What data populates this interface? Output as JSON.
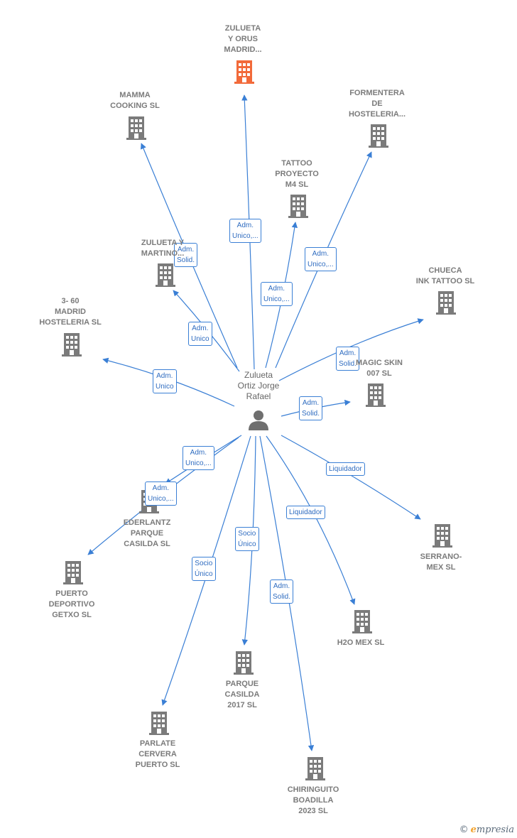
{
  "colors": {
    "edge": "#3a7fd5",
    "node": "#7b7b7b",
    "highlight": "#f26a3a"
  },
  "center": {
    "lines": [
      "Zulueta",
      "Ortiz Jorge",
      "Rafael"
    ],
    "icon": "person-icon"
  },
  "nodes": [
    {
      "id": "zulueta-orus",
      "lines": [
        "ZULUETA",
        "Y ORUS",
        "MADRID..."
      ],
      "highlight": true
    },
    {
      "id": "mamma-cooking",
      "lines": [
        "MAMMA",
        "COOKING  SL"
      ]
    },
    {
      "id": "formentera",
      "lines": [
        "FORMENTERA",
        "DE",
        "HOSTELERIA..."
      ]
    },
    {
      "id": "tattoo-proyecto",
      "lines": [
        "TATTOO",
        "PROYECTO",
        "M4  SL"
      ]
    },
    {
      "id": "zulueta-martino",
      "lines": [
        "ZULUETA Y",
        "MARTINO..."
      ]
    },
    {
      "id": "chueca-ink",
      "lines": [
        "CHUECA",
        "INK TATTOO SL"
      ]
    },
    {
      "id": "3-60-madrid",
      "lines": [
        "3- 60",
        "MADRID",
        "HOSTELERIA SL"
      ]
    },
    {
      "id": "magic-skin",
      "lines": [
        "MAGIC SKIN",
        "007 SL"
      ]
    },
    {
      "id": "ederlantz",
      "lines": [
        "EDERLANTZ",
        "PARQUE",
        "CASILDA  SL"
      ]
    },
    {
      "id": "serrano-mex",
      "lines": [
        "SERRANO-",
        "MEX  SL"
      ]
    },
    {
      "id": "puerto-deportivo",
      "lines": [
        "PUERTO",
        "DEPORTIVO",
        "GETXO  SL"
      ]
    },
    {
      "id": "h2o-mex",
      "lines": [
        "H2O MEX  SL"
      ]
    },
    {
      "id": "parque-casilda",
      "lines": [
        "PARQUE",
        "CASILDA",
        "2017  SL"
      ]
    },
    {
      "id": "parlate-cervera",
      "lines": [
        "PARLATE",
        "CERVERA",
        "PUERTO  SL"
      ]
    },
    {
      "id": "chiringuito",
      "lines": [
        "CHIRINGUITO",
        "BOADILLA",
        "2023  SL"
      ]
    }
  ],
  "edges": [
    {
      "to": "zulueta-orus",
      "lines": [
        "Adm.",
        "Unico,..."
      ]
    },
    {
      "to": "mamma-cooking",
      "lines": [
        "Adm.",
        "Solid."
      ]
    },
    {
      "to": "formentera",
      "lines": [
        "Adm.",
        "Unico,..."
      ]
    },
    {
      "to": "tattoo-proyecto",
      "lines": [
        "Adm.",
        "Unico,..."
      ]
    },
    {
      "to": "zulueta-martino",
      "lines": [
        "Adm.",
        "Unico"
      ]
    },
    {
      "to": "chueca-ink",
      "lines": [
        "Adm.",
        "Solid."
      ]
    },
    {
      "to": "3-60-madrid",
      "lines": [
        "Adm.",
        "Unico"
      ]
    },
    {
      "to": "magic-skin",
      "lines": [
        "Adm.",
        "Solid."
      ]
    },
    {
      "to": "ederlantz",
      "lines": [
        "Adm.",
        "Unico,..."
      ]
    },
    {
      "to": "puerto-deportivo",
      "lines": [
        "Adm.",
        "Unico,..."
      ]
    },
    {
      "to": "serrano-mex",
      "lines": [
        "Liquidador"
      ]
    },
    {
      "to": "h2o-mex",
      "lines": [
        "Liquidador"
      ]
    },
    {
      "to": "parque-casilda",
      "lines": [
        "Socio",
        "Único"
      ]
    },
    {
      "to": "parlate-cervera",
      "lines": [
        "Socio",
        "Único"
      ]
    },
    {
      "to": "chiringuito",
      "lines": [
        "Adm.",
        "Solid."
      ]
    }
  ],
  "footer": {
    "copyright": "©",
    "brand_first": "e",
    "brand_rest": "mpresia"
  }
}
